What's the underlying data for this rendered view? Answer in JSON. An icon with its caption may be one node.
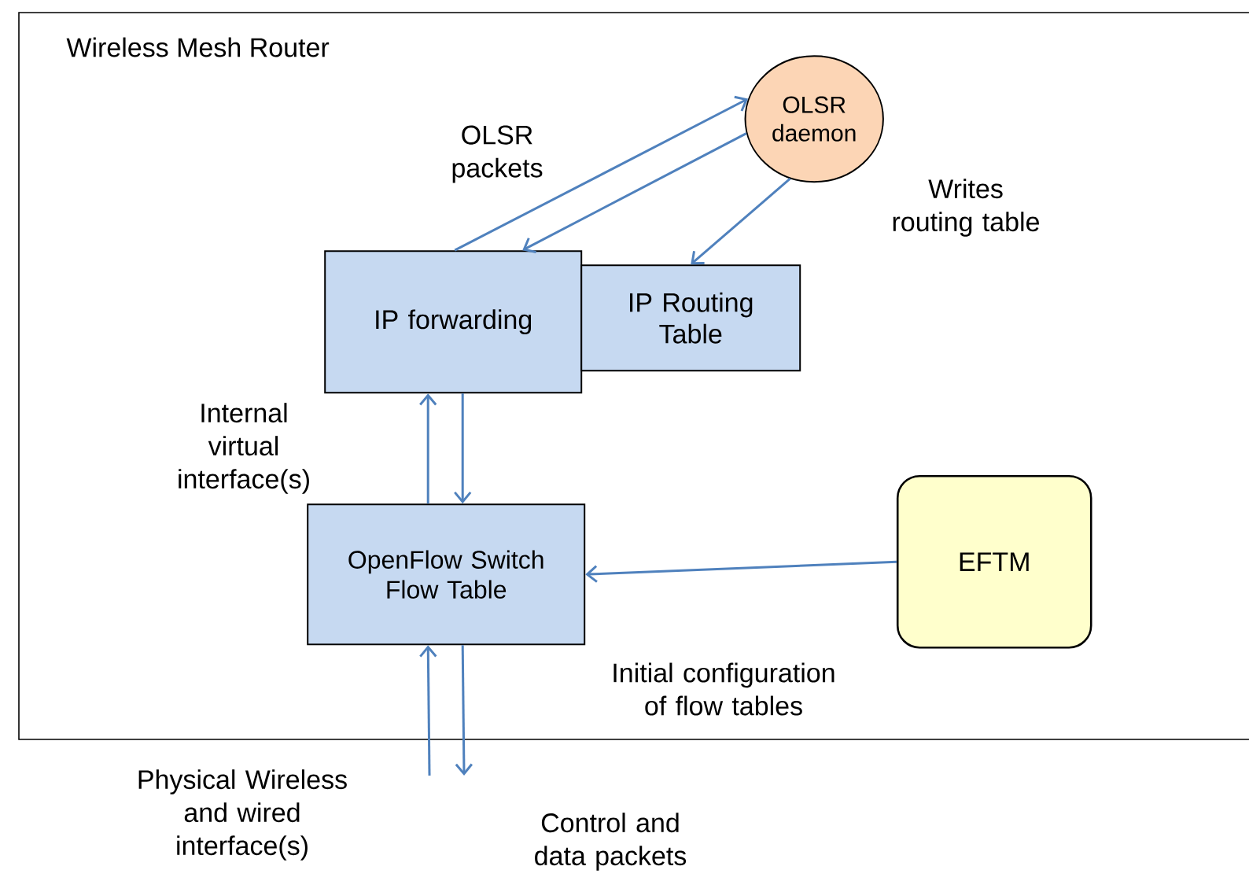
{
  "diagram": {
    "nodes": [
      {
        "text": [
          "Wireless Mesh Router"
        ]
      },
      {
        "text": [
          "OLSR daemon"
        ],
        "in": 0
      },
      {
        "text": [
          "IP forwarding"
        ],
        "in": 0
      },
      {
        "text": [
          "IP Routing Table"
        ],
        "in": 0
      },
      {
        "text": [
          "OpenFlow Switch Flow Table"
        ],
        "in": 0
      },
      {
        "text": [
          "EFTM"
        ],
        "in": 0
      }
    ],
    "edges": [
      {
        "from": 2,
        "to": 1,
        "arrow": "to",
        "label": "OLSR packets"
      },
      {
        "from": 1,
        "to": 2,
        "arrow": "to"
      },
      {
        "from": 1,
        "to": 3,
        "arrow": "to",
        "label": "Writes routing table"
      },
      {
        "from": 4,
        "to": 2,
        "arrow": "to",
        "label": "Internal virtual interface(s)"
      },
      {
        "from": 2,
        "to": 4,
        "arrow": "to"
      },
      {
        "from": 5,
        "to": 4,
        "arrow": "to",
        "label": "Initial configuration of flow tables"
      },
      {
        "from": null,
        "to": 4,
        "arrow": "to",
        "label": "Physical Wireless and wired interface(s)"
      },
      {
        "from": 4,
        "to": null,
        "arrow": "to",
        "label": "Control and data packets"
      }
    ]
  }
}
